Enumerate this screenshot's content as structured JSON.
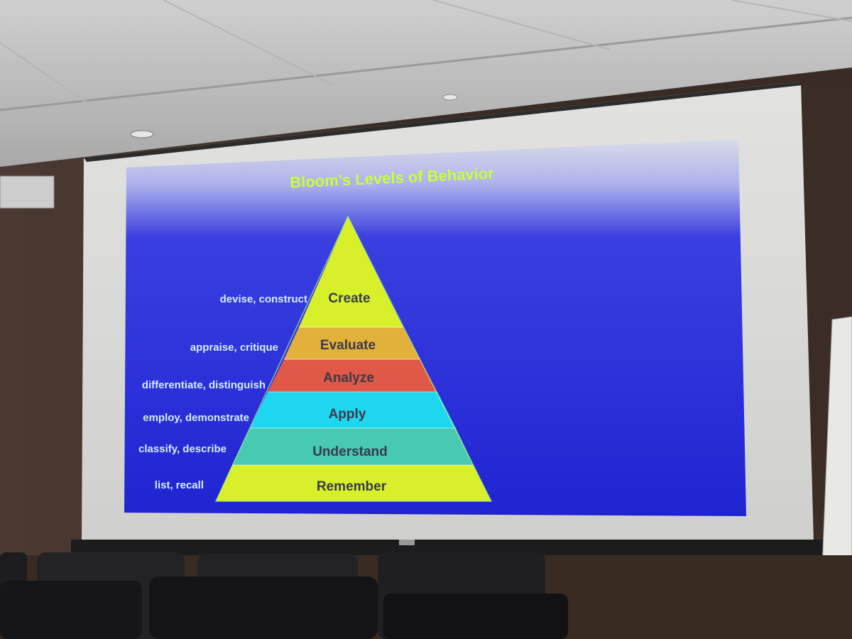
{
  "slide": {
    "title": "Bloom’s Levels of Behavior",
    "levels": [
      {
        "name": "Create",
        "verbs": "devise, construct",
        "color": "#d8f02a"
      },
      {
        "name": "Evaluate",
        "verbs": "appraise, critique",
        "color": "#e2b13a"
      },
      {
        "name": "Analyze",
        "verbs": "differentiate, distinguish",
        "color": "#df5848"
      },
      {
        "name": "Apply",
        "verbs": "employ, demonstrate",
        "color": "#1fd6f0"
      },
      {
        "name": "Understand",
        "verbs": "classify, describe",
        "color": "#47c9b2"
      },
      {
        "name": "Remember",
        "verbs": "list, recall",
        "color": "#d8f02a"
      }
    ]
  },
  "colors": {
    "slide_blue": "#2a2fd8",
    "title_green": "#c8ff3a",
    "verb_text": "#d6eefc",
    "level_text": "#3a3a4a"
  }
}
